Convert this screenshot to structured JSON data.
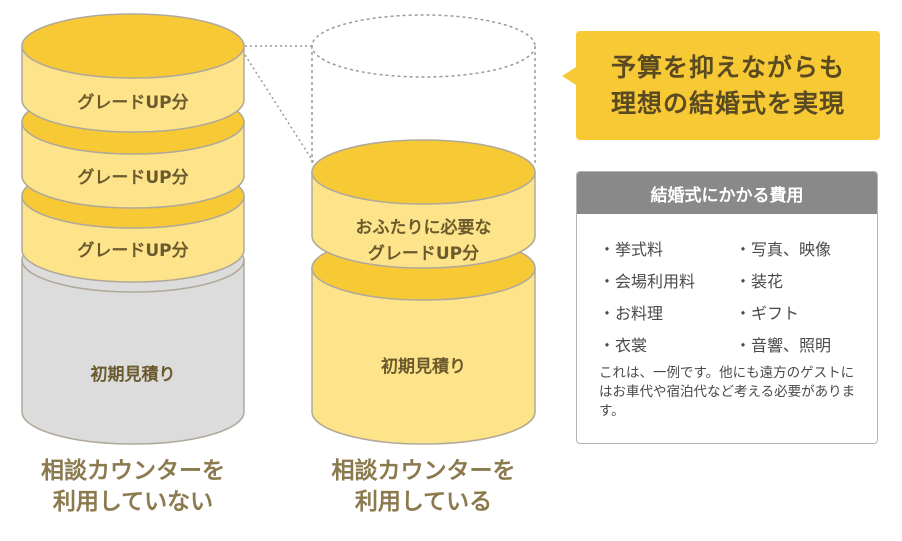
{
  "left_stack": {
    "layers": [
      "グレードUP分",
      "グレードUP分",
      "グレードUP分"
    ],
    "base": "初期見積り",
    "caption_line1": "相談カウンターを",
    "caption_line2": "利用していない"
  },
  "right_stack": {
    "layer_line1": "おふたりに必要な",
    "layer_line2": "グレードUP分",
    "base": "初期見積り",
    "caption_line1": "相談カウンターを",
    "caption_line2": "利用している"
  },
  "callout": {
    "line1": "予算を抑えながらも",
    "line2": "理想の結婚式を実現"
  },
  "cost_box": {
    "title": "結婚式にかかる費用",
    "items": [
      "・挙式料",
      "・写真、映像",
      "・会場利用料",
      "・装花",
      "・お料理",
      "・ギフト",
      "・衣裳",
      "・音響、照明"
    ],
    "note": "これは、一例です。他にも遠方のゲストにはお車代や宿泊代など考える必要があります。"
  },
  "colors": {
    "gold_top": "#f7c934",
    "gold_body": "#fde389",
    "gray_body": "#dcdcdc",
    "stroke": "#b0a99a",
    "text_dark": "#6b5a2e",
    "caption": "#8b7a4e"
  }
}
